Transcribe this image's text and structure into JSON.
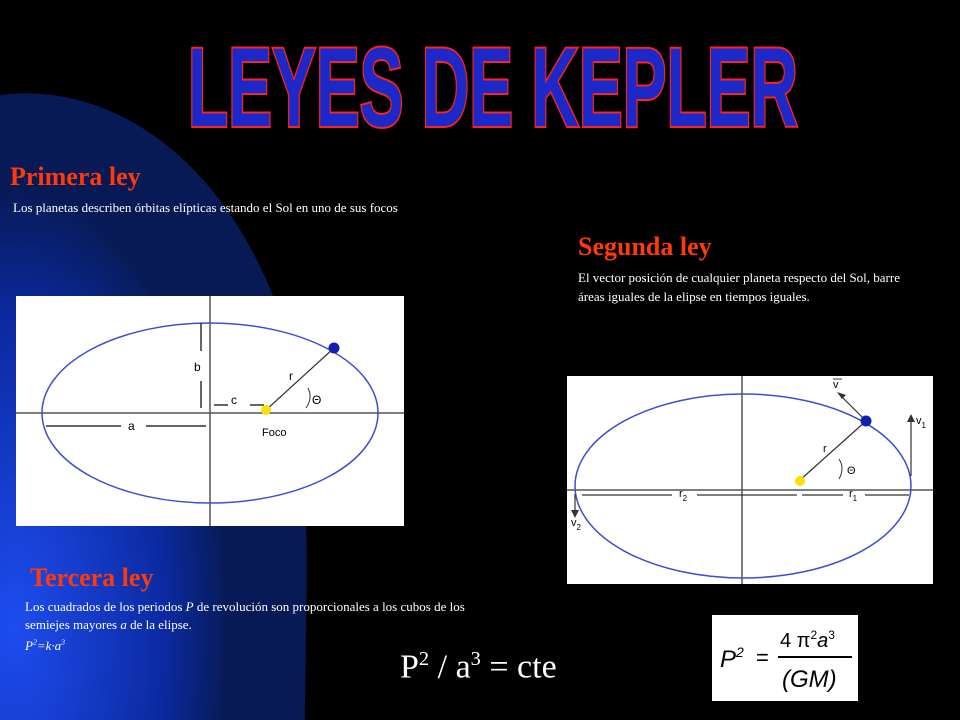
{
  "title": "LEYES DE KEPLER",
  "first_law": {
    "heading": "Primera ley",
    "text": "Los planetas describen órbitas elípticas estando el Sol en uno de sus focos",
    "diagram": {
      "b": "b",
      "c": "c",
      "r": "r",
      "theta": "Θ",
      "a": "a",
      "foco": "Foco"
    }
  },
  "second_law": {
    "heading": "Segunda ley",
    "text": "El vector posición de cualquier planeta respecto del Sol, barre áreas iguales de la elipse en tiempos iguales.",
    "diagram": {
      "v": "v",
      "v1": "v",
      "v1_sub": "1",
      "r": "r",
      "theta": "Θ",
      "r2": "r",
      "r2_sub": "2",
      "r1": "r",
      "r1_sub": "1",
      "v2": "v",
      "v2_sub": "2"
    }
  },
  "third_law": {
    "heading": "Tercera ley",
    "text_1": "Los cuadrados de los periodos ",
    "P": "P",
    "text_2": " de revolución son proporcionales a los cubos de los semiejes mayores ",
    "a": "a",
    "text_3": " de la elipse.",
    "eq_P": "P",
    "eq_exp2": "2",
    "eq_mid": "=k·a",
    "eq_exp3": "3"
  },
  "formula": {
    "P": "P",
    "exp2": "2",
    "mid": " / a",
    "exp3": "3",
    "end": " = cte"
  },
  "formula_image": {
    "P": "P",
    "exp2": "2",
    "eq": "=",
    "num": "4 π",
    "num_exp": "2",
    "num_a": "a",
    "num_exp3": "3",
    "den": "(GM)"
  },
  "colors": {
    "heading": "#ff3a0a",
    "title_fill": "#1c28c8",
    "title_outline": "#ff2020",
    "ellipse": "#3b4fcf",
    "planet": "#1020b0",
    "sun": "#f5e400"
  }
}
